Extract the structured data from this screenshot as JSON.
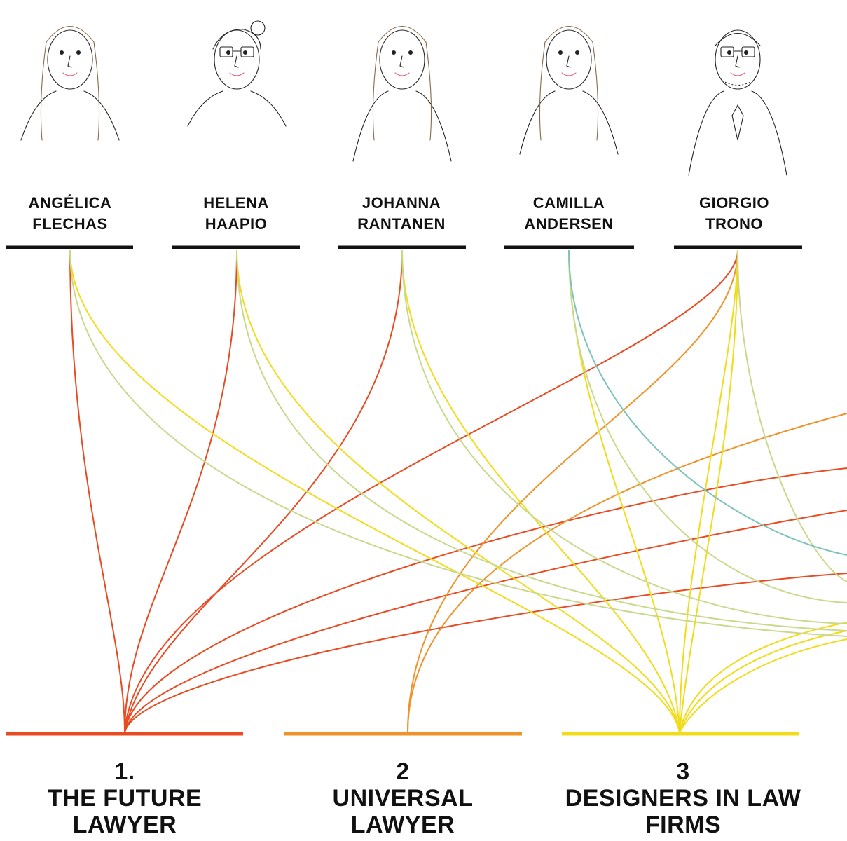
{
  "people": [
    {
      "id": "angelica",
      "first": "ANGÉLICA",
      "last": "FLECHAS"
    },
    {
      "id": "helena",
      "first": "HELENA",
      "last": "HAAPIO"
    },
    {
      "id": "johanna",
      "first": "JOHANNA",
      "last": "RANTANEN"
    },
    {
      "id": "camilla",
      "first": "CAMILLA",
      "last": "ANDERSEN"
    },
    {
      "id": "giorgio",
      "first": "GIORGIO",
      "last": "TRONO"
    }
  ],
  "categories": [
    {
      "id": "future-lawyer",
      "number": "1.",
      "line1": "THE FUTURE",
      "line2": "LAWYER",
      "color": "#e84b22"
    },
    {
      "id": "universal-lawyer",
      "number": "2",
      "line1": "UNIVERSAL",
      "line2": "LAWYER",
      "color": "#f0922a"
    },
    {
      "id": "designers-law-firms",
      "number": "3",
      "line1": "DESIGNERS IN LAW",
      "line2": "FIRMS",
      "color": "#f0dc1a"
    }
  ],
  "colors": {
    "red": "#e84b22",
    "orange": "#f0922a",
    "yellow": "#f0dc1a",
    "sage": "#c9d98c",
    "teal": "#7cc4b8",
    "ink": "#111111"
  }
}
